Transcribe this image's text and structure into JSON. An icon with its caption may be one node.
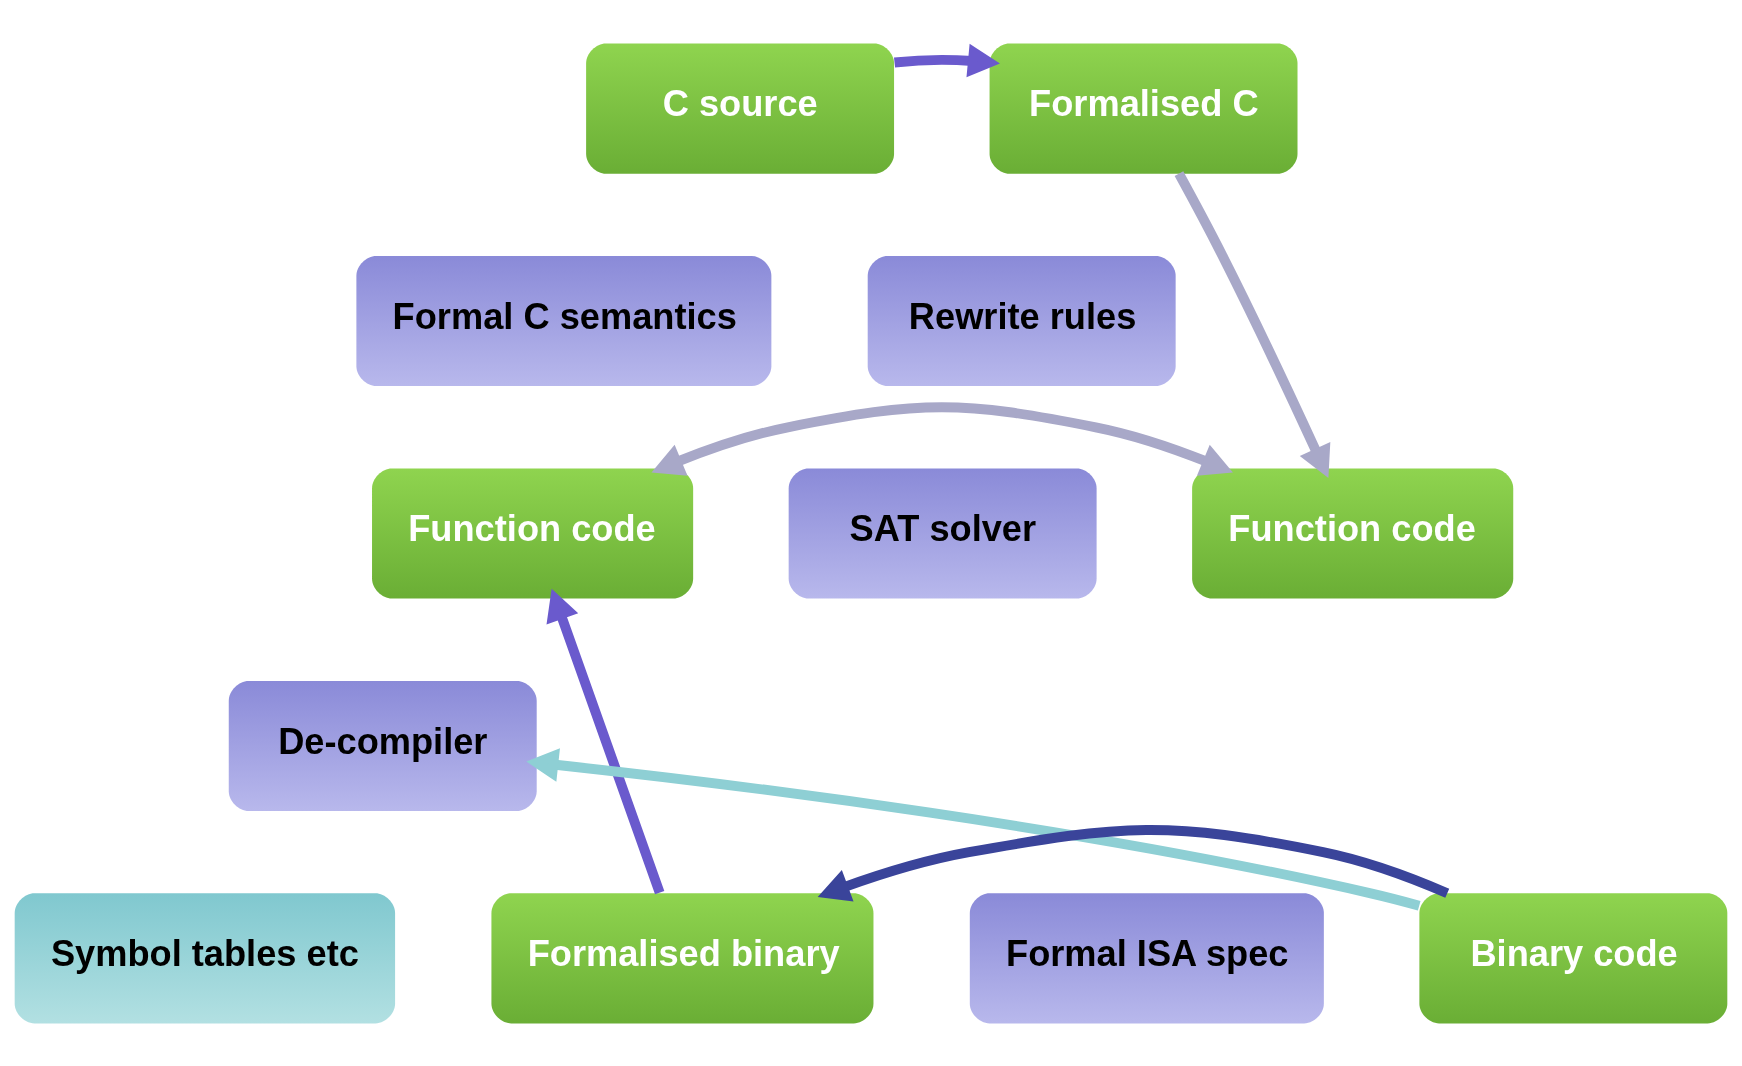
{
  "diagram": {
    "nodes": [
      {
        "text": [
          "C source"
        ]
      },
      {
        "text": [
          "Formalised C"
        ]
      },
      {
        "text": [
          "Formal C semantics"
        ]
      },
      {
        "text": [
          "Rewrite rules"
        ]
      },
      {
        "text": [
          "Function code"
        ]
      },
      {
        "text": [
          "Function code"
        ]
      },
      {
        "text": [
          "SAT solver"
        ]
      },
      {
        "text": [
          "De-compiler"
        ]
      },
      {
        "text": [
          "Formalised binary"
        ]
      },
      {
        "text": [
          "Binary code"
        ]
      },
      {
        "text": [
          "Formal ISA spec"
        ]
      },
      {
        "text": [
          "Symbol tables etc"
        ]
      }
    ],
    "edges": [
      {
        "from": 0,
        "to": 1,
        "arrow": "to"
      },
      {
        "from": 1,
        "to": 5,
        "arrow": "to",
        "color": "#a8a8c8"
      },
      {
        "from": 4,
        "to": 5,
        "arrow": "both",
        "color": "#a8a8c8"
      },
      {
        "from": 8,
        "to": 4,
        "arrow": "to"
      },
      {
        "from": 9,
        "to": 8,
        "arrow": "to",
        "color": "#3a449a"
      },
      {
        "from": 9,
        "to": 7,
        "arrow": "to",
        "color": "#8ecfd4"
      }
    ]
  }
}
